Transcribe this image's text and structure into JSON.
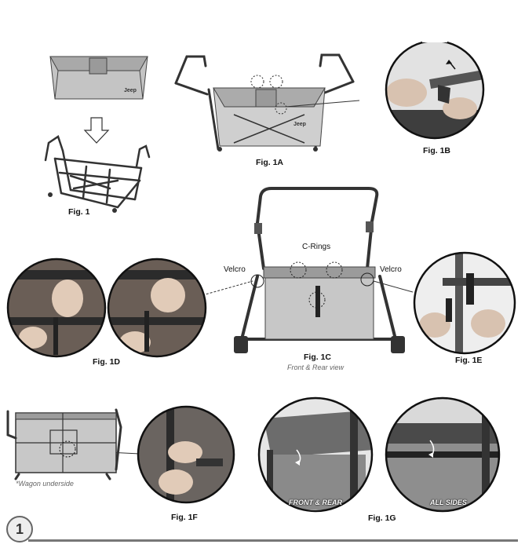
{
  "figures": {
    "fig1": {
      "caption": "Fig. 1"
    },
    "fig1a": {
      "caption": "Fig. 1A",
      "brand": "Jeep"
    },
    "fig1b": {
      "caption": "Fig. 1B"
    },
    "fig1c": {
      "caption": "Fig. 1C",
      "subcaption": "Front & Rear view",
      "label_top": "C-Rings",
      "label_left": "Velcro",
      "label_right": "Velcro"
    },
    "fig1d": {
      "caption": "Fig. 1D"
    },
    "fig1e": {
      "caption": "Fig. 1E"
    },
    "fig1f": {
      "caption": "Fig. 1F",
      "note": "*Wagon underside"
    },
    "fig1g": {
      "caption": "Fig. 1G",
      "left_label": "FRONT & REAR",
      "right_label": "ALL SIDES"
    }
  },
  "fig1_brand": "Jeep",
  "page_number": "1",
  "colors": {
    "fabric": "#c9c9c9",
    "frame": "#3a3a3a",
    "photo_bg": "#555555"
  }
}
